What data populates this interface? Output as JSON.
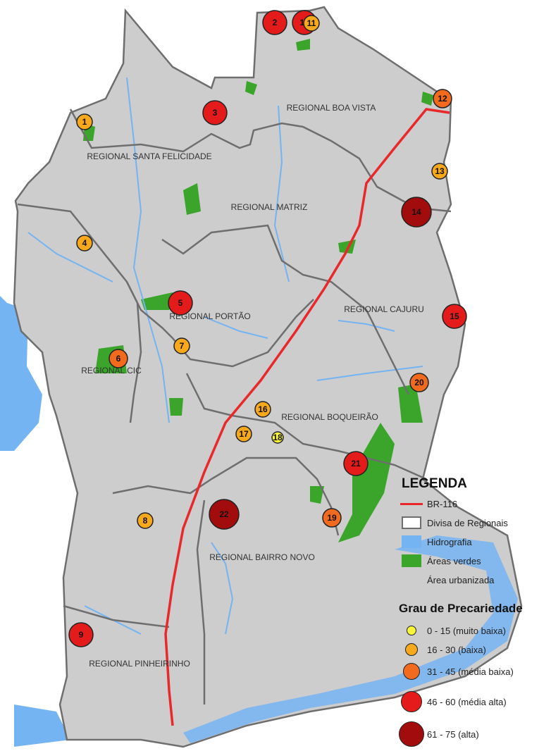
{
  "regions": [
    {
      "id": "boa-vista",
      "label": "REGIONAL BOA VISTA"
    },
    {
      "id": "santa-felicidade",
      "label": "REGIONAL SANTA FELICIDADE"
    },
    {
      "id": "matriz",
      "label": "REGIONAL MATRIZ"
    },
    {
      "id": "portao",
      "label": "REGIONAL PORTÃO"
    },
    {
      "id": "cajuru",
      "label": "REGIONAL CAJURU"
    },
    {
      "id": "cic",
      "label": "REGIONAL CIC"
    },
    {
      "id": "boqueirao",
      "label": "REGIONAL BOQUEIRÃO"
    },
    {
      "id": "bairro-novo",
      "label": "REGIONAL BAIRRO NOVO"
    },
    {
      "id": "pinheirinho",
      "label": "REGIONAL PINHEIRINHO"
    }
  ],
  "markers": [
    {
      "num": "1",
      "class": "baixa"
    },
    {
      "num": "2",
      "class": "media-alta"
    },
    {
      "num": "3",
      "class": "media-alta"
    },
    {
      "num": "4",
      "class": "baixa"
    },
    {
      "num": "5",
      "class": "media-alta"
    },
    {
      "num": "6",
      "class": "media-baixa"
    },
    {
      "num": "7",
      "class": "baixa"
    },
    {
      "num": "8",
      "class": "baixa"
    },
    {
      "num": "9",
      "class": "media-alta"
    },
    {
      "num": "10",
      "class": "media-alta"
    },
    {
      "num": "11",
      "class": "baixa"
    },
    {
      "num": "12",
      "class": "media-baixa"
    },
    {
      "num": "13",
      "class": "baixa"
    },
    {
      "num": "14",
      "class": "alta"
    },
    {
      "num": "15",
      "class": "media-alta"
    },
    {
      "num": "16",
      "class": "baixa"
    },
    {
      "num": "17",
      "class": "baixa"
    },
    {
      "num": "18",
      "class": "muito-baixa"
    },
    {
      "num": "19",
      "class": "media-baixa"
    },
    {
      "num": "20",
      "class": "media-baixa"
    },
    {
      "num": "21",
      "class": "media-alta"
    },
    {
      "num": "22",
      "class": "alta"
    }
  ],
  "legend": {
    "title": "LEGENDA",
    "items": [
      {
        "key": "br116",
        "label": "BR-116",
        "color": "#e8282a"
      },
      {
        "key": "divisa",
        "label": "Divisa de Regionais",
        "color": "#6e6e6e"
      },
      {
        "key": "hidro",
        "label": "Hidrografia",
        "color": "#74b4f2"
      },
      {
        "key": "verdes",
        "label": "Áreas verdes",
        "color": "#3aa52a"
      },
      {
        "key": "urbana",
        "label": "Área urbanizada",
        "color": "#cdcdcd"
      }
    ],
    "grau_title": "Grau de Precariedade",
    "grau": [
      {
        "key": "muito-baixa",
        "label": "0 - 15 (muito baixa)",
        "color": "#fbf53c"
      },
      {
        "key": "baixa",
        "label": "16 - 30 (baixa)",
        "color": "#f7a81c"
      },
      {
        "key": "media-baixa",
        "label": "31 - 45 (média baixa)",
        "color": "#f26a1e"
      },
      {
        "key": "media-alta",
        "label": "46 - 60 (média alta)",
        "color": "#e31b1b"
      },
      {
        "key": "alta",
        "label": "61 - 75 (alta)",
        "color": "#a30c0c"
      }
    ]
  }
}
